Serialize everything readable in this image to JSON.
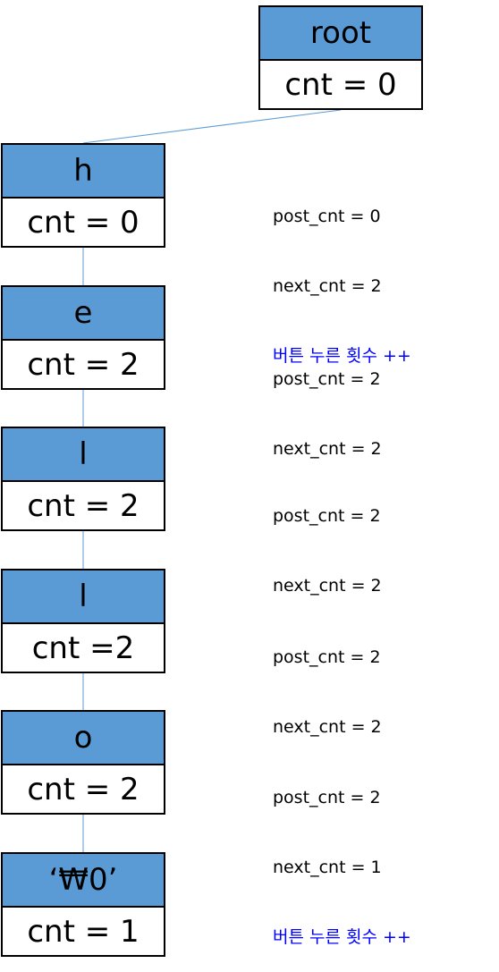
{
  "colors": {
    "node_header": "#5b9bd5",
    "node_border": "#000000",
    "edge": "#5b9bd5",
    "action_text": "#0000ff"
  },
  "nodes": [
    {
      "label": "root",
      "count": "cnt = 0"
    },
    {
      "label": "h",
      "count": "cnt = 0"
    },
    {
      "label": "e",
      "count": "cnt = 2"
    },
    {
      "label": "l",
      "count": "cnt = 2"
    },
    {
      "label": "l",
      "count": "cnt =2"
    },
    {
      "label": "o",
      "count": "cnt = 2"
    },
    {
      "label": "‘₩0’",
      "count": "cnt = 1"
    }
  ],
  "notes": [
    {
      "post": "post_cnt = 0",
      "next": "next_cnt = 2",
      "action": "버튼 누른 횟수 ++"
    },
    {
      "post": "post_cnt = 2",
      "next": "next_cnt = 2"
    },
    {
      "post": "post_cnt = 2",
      "next": "next_cnt = 2"
    },
    {
      "post": "post_cnt = 2",
      "next": "next_cnt = 2"
    },
    {
      "post": "post_cnt = 2",
      "next": "next_cnt = 1",
      "action": "버튼 누른 횟수 ++"
    }
  ]
}
